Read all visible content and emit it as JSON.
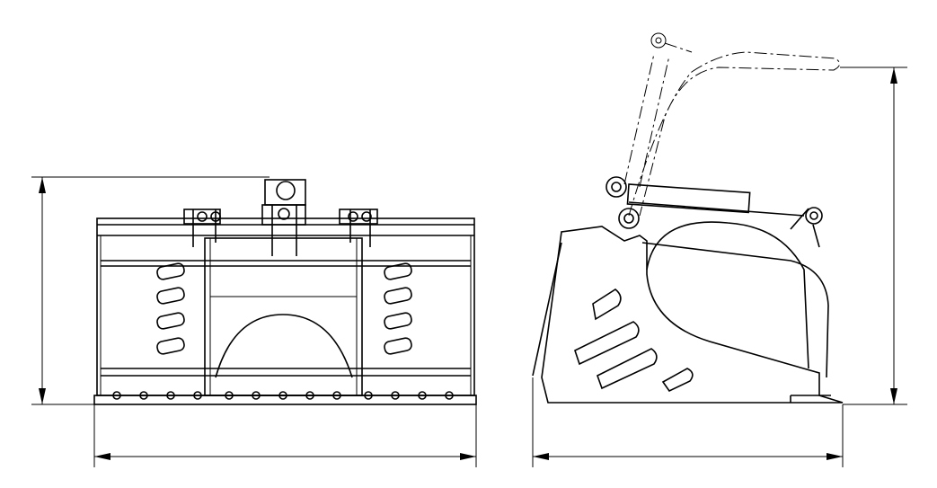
{
  "drawing": {
    "views": [
      "front-view",
      "side-view"
    ],
    "dimensions": [
      "front-height",
      "front-width",
      "side-height",
      "side-width"
    ],
    "line_color": "#000000",
    "background_color": "#ffffff"
  }
}
